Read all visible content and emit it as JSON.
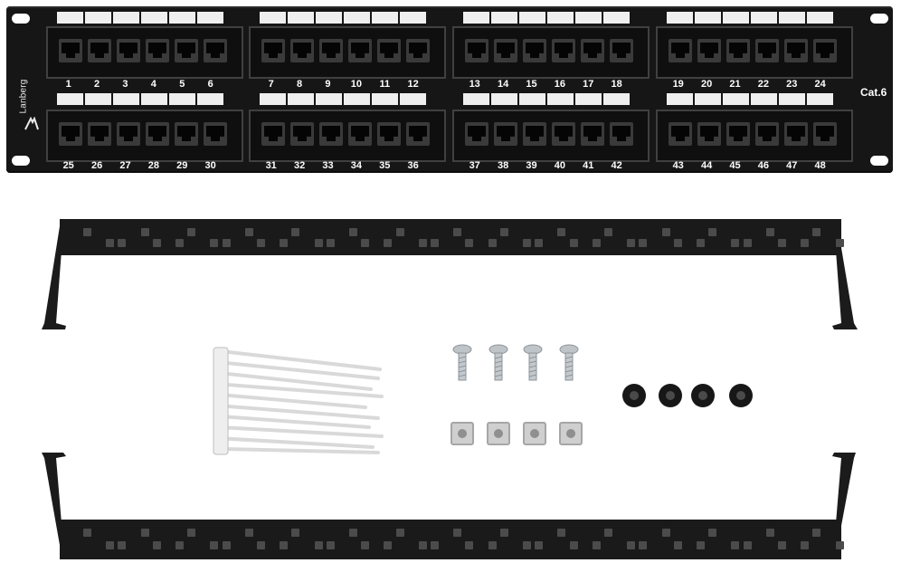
{
  "panel": {
    "brand": "Lanberg",
    "category_label": "Cat.6",
    "port_numbers_top": [
      "1",
      "2",
      "3",
      "4",
      "5",
      "6",
      "7",
      "8",
      "9",
      "10",
      "11",
      "12",
      "13",
      "14",
      "15",
      "16",
      "17",
      "18",
      "19",
      "20",
      "21",
      "22",
      "23",
      "24"
    ],
    "port_numbers_bottom": [
      "25",
      "26",
      "27",
      "28",
      "29",
      "30",
      "31",
      "32",
      "33",
      "34",
      "35",
      "36",
      "37",
      "38",
      "39",
      "40",
      "41",
      "42",
      "43",
      "44",
      "45",
      "46",
      "47",
      "48"
    ]
  },
  "colors": {
    "panel": "#161616",
    "label_strip": "#efefef",
    "port_text": "#ffffff"
  },
  "accessories": {
    "screws": 4,
    "cage_nuts": 4,
    "washers": 4,
    "cable_ties": "bundle"
  }
}
